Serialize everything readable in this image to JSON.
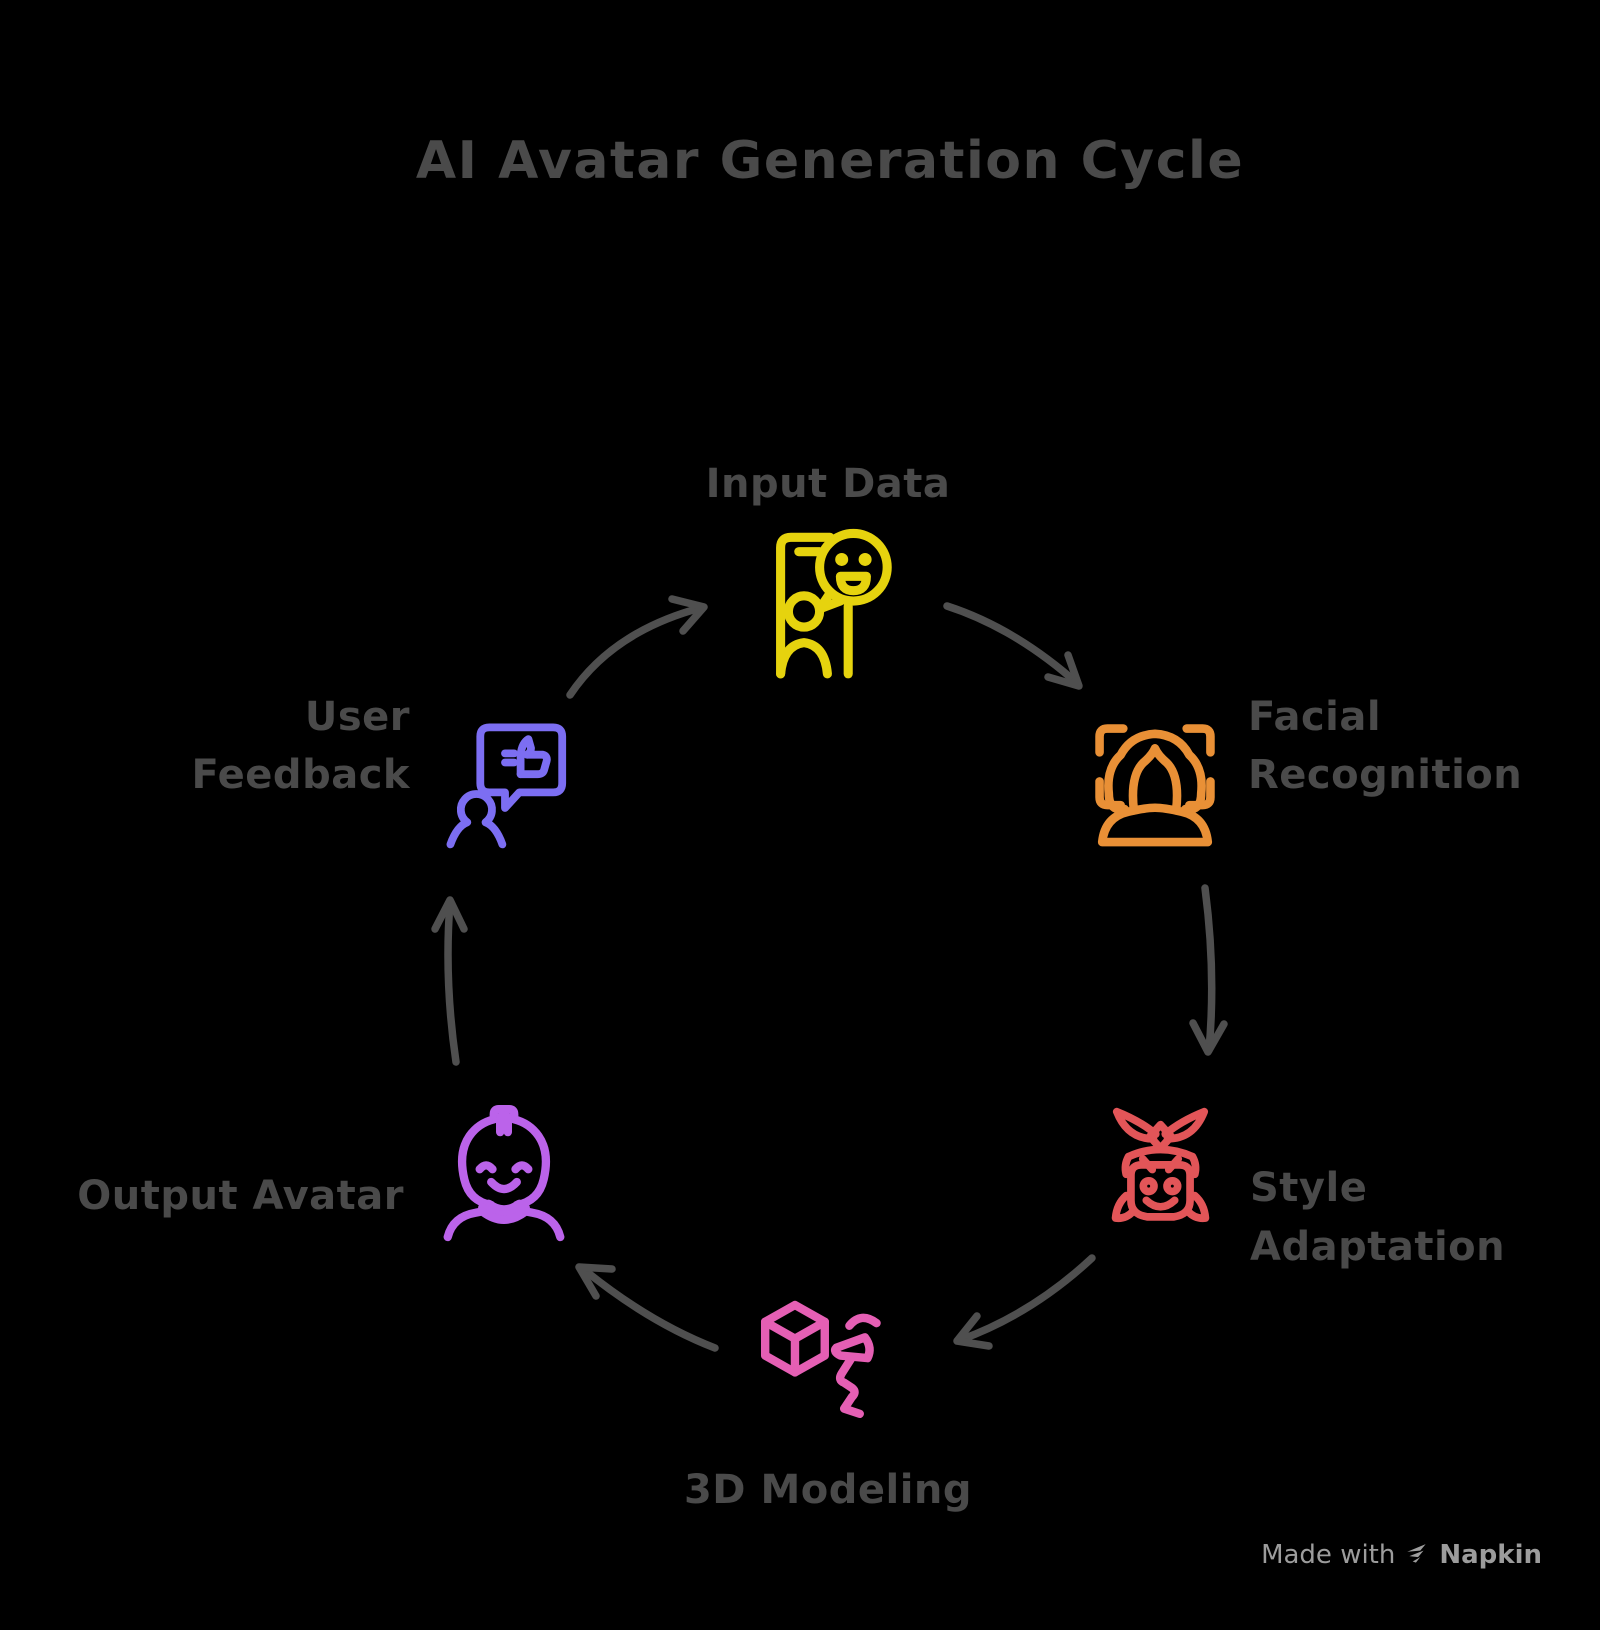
{
  "title": "AI Avatar Generation Cycle",
  "nodes": [
    {
      "id": "input-data",
      "label": "Input Data",
      "icon": "phone-selfie-smiley-icon",
      "color": "#e6d30e",
      "position": "top"
    },
    {
      "id": "facial-recognition",
      "label": "Facial Recognition",
      "lines": [
        "Facial",
        "Recognition"
      ],
      "icon": "face-scan-icon",
      "color": "#e99036",
      "position": "upper-right"
    },
    {
      "id": "style-adaptation",
      "label": "Style Adaptation",
      "lines": [
        "Style",
        "Adaptation"
      ],
      "icon": "samurai-avatar-icon",
      "color": "#e25558",
      "position": "lower-right"
    },
    {
      "id": "modeling-3d",
      "label": "3D Modeling",
      "icon": "cube-3d-pen-icon",
      "color": "#e55fb4",
      "position": "bottom"
    },
    {
      "id": "output-avatar",
      "label": "Output Avatar",
      "icon": "mohawk-avatar-icon",
      "color": "#bb63ea",
      "position": "lower-left"
    },
    {
      "id": "user-feedback",
      "label": "User Feedback",
      "lines": [
        "User",
        "Feedback"
      ],
      "icon": "feedback-bubble-person-icon",
      "color": "#7c6ef2",
      "position": "upper-left"
    }
  ],
  "flow": [
    "user-feedback -> input-data",
    "input-data -> facial-recognition",
    "facial-recognition -> style-adaptation",
    "style-adaptation -> modeling-3d",
    "modeling-3d -> output-avatar",
    "output-avatar -> user-feedback"
  ],
  "colors": {
    "background": "#000000",
    "title": "#4a4a4a",
    "label": "#4a4a4a",
    "arrow": "#4f4f4f",
    "watermark": "#9c9c9c"
  },
  "watermark": {
    "prefix": "Made with",
    "brand": "Napkin"
  }
}
